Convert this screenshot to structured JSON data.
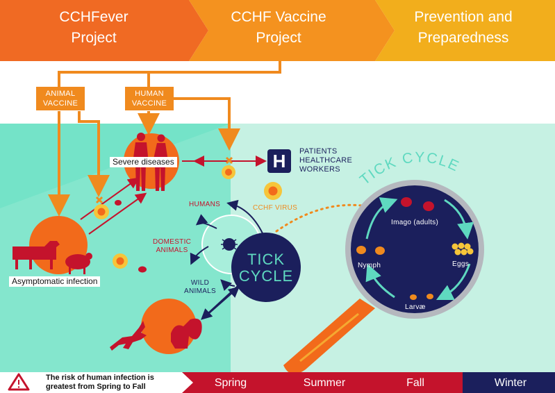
{
  "header": {
    "step1": [
      "CCHFever",
      "Project"
    ],
    "step2": [
      "CCHF Vaccine",
      "Project"
    ],
    "step3": [
      "Prevention and",
      "Preparedness"
    ]
  },
  "tags": {
    "animal_vaccine": [
      "ANIMAL",
      "VACCINE"
    ],
    "human_vaccine": [
      "HUMAN",
      "VACCINE"
    ]
  },
  "labels": {
    "severe_diseases": "Severe diseases",
    "asymptomatic": "Asymptomatic infection",
    "patients": [
      "PATIENTS",
      "HEALTHCARE",
      "WORKERS"
    ],
    "hospital_letter": "H",
    "humans": "HUMANS",
    "cchf_virus": "CCHF VIRUS",
    "domestic_animals": [
      "DOMESTIC",
      "ANIMALS"
    ],
    "wild_animals": [
      "WILD",
      "ANIMALS"
    ],
    "tick_cycle_center": [
      "TICK",
      "CYCLE"
    ]
  },
  "tick_cycle": {
    "title": "TICK CYCLE",
    "stages": {
      "adults": "Imago (adults)",
      "eggs": "Eggs",
      "larvae": "Larvæ",
      "nymph": "Nymph"
    }
  },
  "footer": {
    "warning": [
      "The risk of human infection is",
      "greatest from Spring to Fall"
    ],
    "seasons": [
      "Spring",
      "Summer",
      "Fall",
      "Winter"
    ]
  },
  "colors": {
    "header_orange": "#f06a23",
    "header_amber": "#f4921f",
    "header_yellow": "#f2ae1c",
    "teal_dark": "#6fe0c6",
    "teal_light": "#c6f1e3",
    "navy": "#1b1f5c",
    "red": "#c4132c",
    "orange_circle": "#f26a1b"
  }
}
